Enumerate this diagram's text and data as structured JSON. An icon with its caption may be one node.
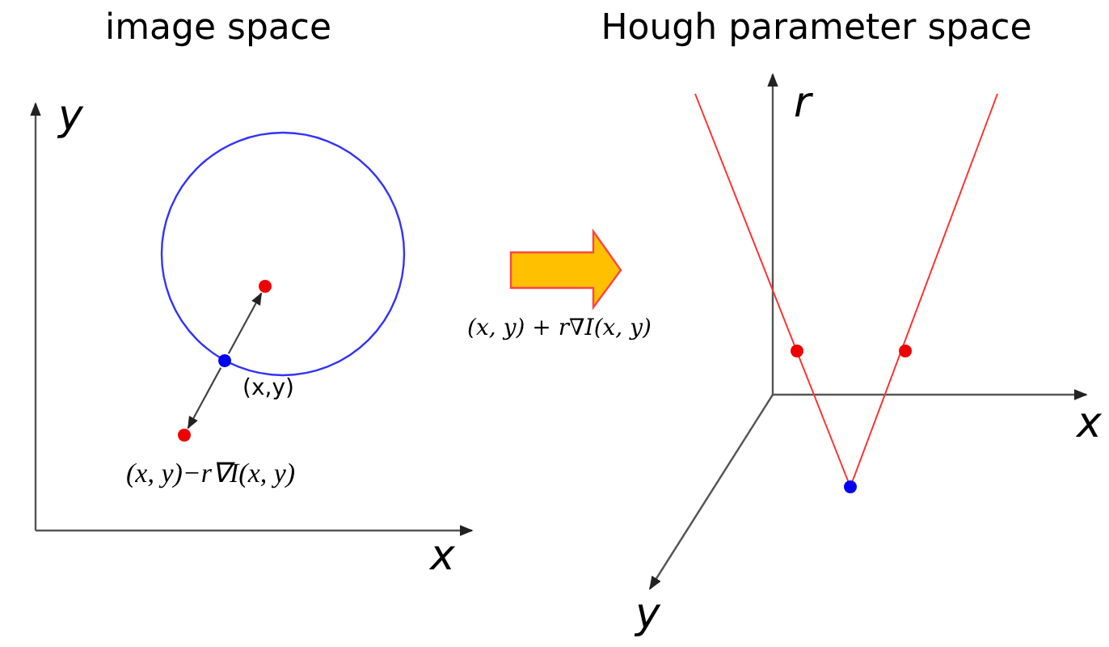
{
  "diagram": {
    "nodes": [
      {
        "text": [],
        "shape": "circle",
        "beside": [
          "(x,y)"
        ]
      },
      {
        "text": [],
        "shape": "circle"
      },
      {
        "text": [],
        "shape": "circle",
        "beside": [
          "(x, y)−r∇I(x, y)"
        ]
      }
    ],
    "edges": [
      {
        "from": 0,
        "to": 1,
        "arrow": "to"
      },
      {
        "from": 0,
        "to": 2,
        "arrow": "to"
      }
    ],
    "labels": [
      "image space",
      "Hough parameter space",
      "y",
      "x",
      "(x, y) + r∇I(x, y)",
      "r",
      "x",
      "y"
    ]
  }
}
